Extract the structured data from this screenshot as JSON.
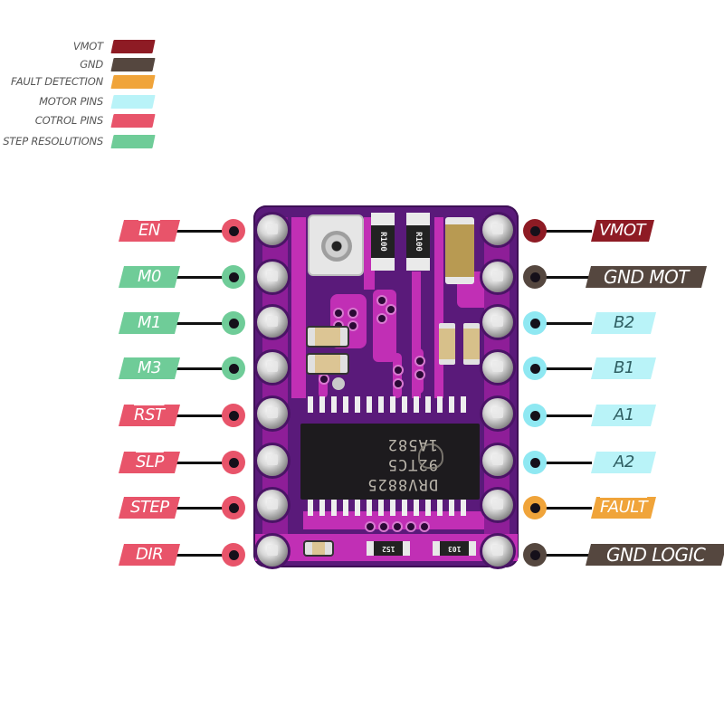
{
  "legend": [
    {
      "label": "VMOT",
      "color": "#8e1b24"
    },
    {
      "label": "GND",
      "color": "#55473f"
    },
    {
      "label": "FAULT DETECTION",
      "color": "#f0a43a"
    },
    {
      "label": "MOTOR PINS",
      "color": "#b9f3f8"
    },
    {
      "label": "COTROL PINS",
      "color": "#e8546a"
    },
    {
      "label": "STEP RESOLUTIONS",
      "color": "#6fcc98"
    }
  ],
  "left_pins": [
    {
      "label": "EN",
      "overline": true,
      "group": "control",
      "tag_color": "#e8546a",
      "text_color": "#ffffff",
      "dot_color": "#e8546a"
    },
    {
      "label": "M0",
      "overline": false,
      "group": "step",
      "tag_color": "#6fcc98",
      "text_color": "#ffffff",
      "dot_color": "#6fcc98"
    },
    {
      "label": "M1",
      "overline": false,
      "group": "step",
      "tag_color": "#6fcc98",
      "text_color": "#ffffff",
      "dot_color": "#6fcc98"
    },
    {
      "label": "M3",
      "overline": false,
      "group": "step",
      "tag_color": "#6fcc98",
      "text_color": "#ffffff",
      "dot_color": "#6fcc98"
    },
    {
      "label": "RST",
      "overline": true,
      "group": "control",
      "tag_color": "#e8546a",
      "text_color": "#ffffff",
      "dot_color": "#e8546a"
    },
    {
      "label": "SLP",
      "overline": true,
      "group": "control",
      "tag_color": "#e8546a",
      "text_color": "#ffffff",
      "dot_color": "#e8546a"
    },
    {
      "label": "STEP",
      "overline": false,
      "group": "control",
      "tag_color": "#e8546a",
      "text_color": "#ffffff",
      "dot_color": "#e8546a"
    },
    {
      "label": "DIR",
      "overline": false,
      "group": "control",
      "tag_color": "#e8546a",
      "text_color": "#ffffff",
      "dot_color": "#e8546a"
    }
  ],
  "right_pins": [
    {
      "label": "VMOT",
      "overline": false,
      "group": "vmot",
      "tag_color": "#8e1b24",
      "text_color": "#ffffff",
      "dot_color": "#8e1b24"
    },
    {
      "label": "GND MOT",
      "overline": false,
      "group": "gnd",
      "tag_color": "#55473f",
      "text_color": "#ffffff",
      "dot_color": "#55473f"
    },
    {
      "label": "B2",
      "overline": false,
      "group": "motor",
      "tag_color": "#b9f3f8",
      "text_color": "#2f5f63",
      "dot_color": "#8fe8f2"
    },
    {
      "label": "B1",
      "overline": false,
      "group": "motor",
      "tag_color": "#b9f3f8",
      "text_color": "#2f5f63",
      "dot_color": "#8fe8f2"
    },
    {
      "label": "A1",
      "overline": false,
      "group": "motor",
      "tag_color": "#b9f3f8",
      "text_color": "#2f5f63",
      "dot_color": "#8fe8f2"
    },
    {
      "label": "A2",
      "overline": false,
      "group": "motor",
      "tag_color": "#b9f3f8",
      "text_color": "#2f5f63",
      "dot_color": "#8fe8f2"
    },
    {
      "label": "FAULT",
      "overline": true,
      "group": "fault",
      "tag_color": "#f0a43a",
      "text_color": "#ffffff",
      "dot_color": "#f0a43a"
    },
    {
      "label": "GND LOGIC",
      "overline": false,
      "group": "gnd",
      "tag_color": "#55473f",
      "text_color": "#ffffff",
      "dot_color": "#55473f"
    }
  ],
  "board": {
    "chip_lines": [
      "1A582",
      "92TC5",
      "DRV8825"
    ],
    "sense_resistors": [
      "R100",
      "R100"
    ],
    "bottom_resistors": [
      "152",
      "103"
    ],
    "pcb_color": "#5a1a7a",
    "copper_color": "#c12fb5"
  }
}
